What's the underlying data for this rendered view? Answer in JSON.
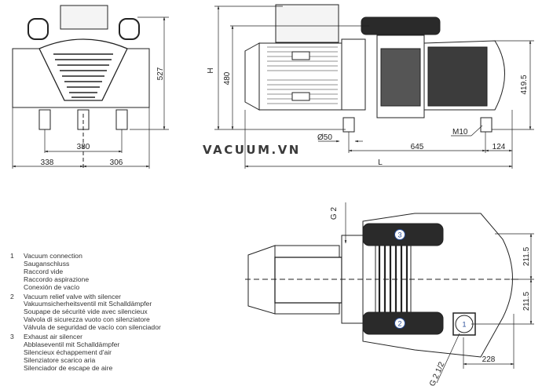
{
  "watermark": "VACUUM.VN",
  "front_view": {
    "dimensions": {
      "height": "527",
      "foot_spacing": "380",
      "left_to_axis": "338",
      "right_to_axis": "306"
    }
  },
  "side_view": {
    "dimensions": {
      "total_height_label": "H",
      "height": "480",
      "inlet_height": "419.5",
      "outlet_diameter": "Ø50",
      "foot_spacing": "645",
      "foot_to_end": "124",
      "total_length_label": "L",
      "bolt": "M10"
    }
  },
  "top_view": {
    "dimensions": {
      "exhaust_thread": "G 2",
      "half_width_top": "211.5",
      "half_width_bottom": "211.5",
      "inlet_offset": "228",
      "inlet_thread": "G 2 1/2"
    },
    "callouts": [
      "1",
      "2",
      "3"
    ],
    "callout_color": "#2a4f9a"
  },
  "legend": [
    {
      "num": "1",
      "lines": [
        "Vacuum connection",
        "Sauganschluss",
        "Raccord vide",
        "Raccordo aspirazione",
        "Conexión de vacío"
      ]
    },
    {
      "num": "2",
      "lines": [
        "Vacuum relief valve with silencer",
        "Vakuumsicherheitsventil mit Schalldämpfer",
        "Soupape de sécurité vide avec silencieux",
        "Valvola di sicurezza vuoto con silenziatore",
        "Válvula de seguridad de vacío con silenciador"
      ]
    },
    {
      "num": "3",
      "lines": [
        "Exhaust air silencer",
        "Abblaseventil mit Schalldämpfer",
        "Silencieux échappement d'air",
        "Silenziatore scarico aria",
        "Silenciador de escape de aire"
      ]
    }
  ]
}
